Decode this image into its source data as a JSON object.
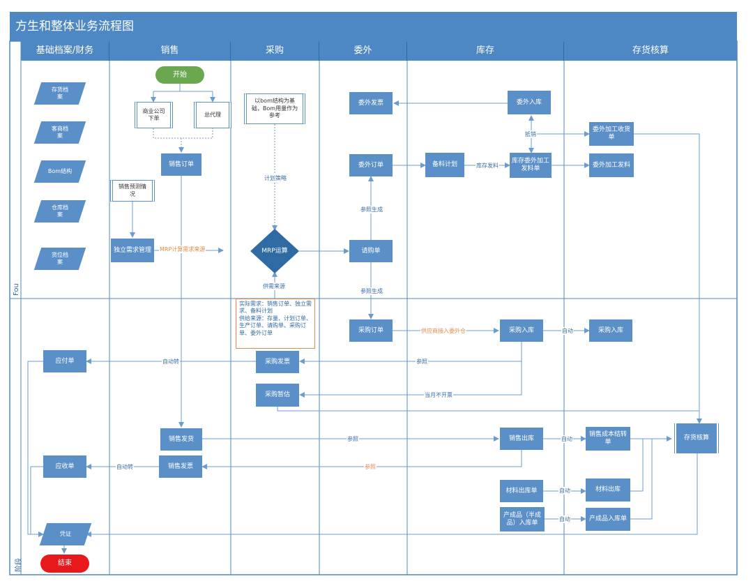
{
  "title": "方生和整体业务流程图",
  "lanes": [
    "基础档案/财务",
    "销售",
    "采购",
    "委外",
    "库存",
    "存货核算"
  ],
  "stages": [
    "Fou",
    "阶段"
  ],
  "nodes": {
    "start": "开始",
    "end": "结束",
    "inventory_file": "存货档\n案",
    "customer_file": "客商档\n案",
    "bom": "Bom结构",
    "warehouse_file": "仓库档\n案",
    "location_file": "货位档\n案",
    "company_order": "商业公司\n下单",
    "general_agent": "总代理",
    "sales_forecast": "销售预测情\n况",
    "sales_order": "销售订单",
    "independent_demand": "独立需求管理",
    "bom_basis": "以bom结构为基\n础，Bom用量作为\n参考",
    "mrp": "MRP运算",
    "supply_demand_note": "实际需求：销售订单、独立需\n求、备料计划\n供给来源：存量、计划订单、\n生产订单、请购单、采购订\n单、委外订单",
    "outsource_invoice": "委外发票",
    "outsource_order": "委外订单",
    "purchase_request": "请购单",
    "purchase_order": "采购订单",
    "purchase_invoice": "采购发票",
    "purchase_estimate": "采购暂估",
    "outsource_receipt": "委外入库",
    "material_plan": "备料计划",
    "outsource_material_issue": "库存委外加工\n发料单",
    "purchase_receipt_inv": "采购入库",
    "sales_issue_inv": "销售出库",
    "material_out": "材料出库单",
    "product_in": "产成品（半成\n品）入库单",
    "acc_outsource_receipt": "委外加工收货\n单",
    "acc_outsource_issue": "委外加工发料",
    "acc_purchase_receipt": "采购入库",
    "acc_sales_cost": "销售成本结转单",
    "acc_material_out": "材料出库",
    "acc_product_in": "产成品入库单",
    "inventory_accounting": "存货核算",
    "payable": "应付单",
    "receivable": "应收单",
    "sales_delivery": "销售发货",
    "sales_invoice": "销售发票",
    "voucher": "凭证"
  },
  "edge_labels": {
    "plan_strategy": "计划策略",
    "mrp_source": "MRP计算需求来源",
    "supply_source": "供需来源",
    "ref_gen_1": "参照生成",
    "ref_gen_2": "参照生成",
    "stock_issue": "库存发料",
    "offset": "抵销",
    "supplier_receipt": "供应商接入委外仓",
    "auto_1": "自动",
    "auto_2": "自动",
    "auto_3": "自动",
    "auto_4": "自动",
    "auto_transfer_1": "自动转",
    "auto_transfer_2": "自动转",
    "ref_1": "参照",
    "ref_2": "参照",
    "ref_3": "参照",
    "month_no_invoice": "当月不开票"
  },
  "colors": {
    "header": "#4e88c4",
    "box": "#5b8fc8",
    "start": "#6aa84f",
    "end": "#e8191c",
    "lines": "#6b9bcf",
    "note_border": "#e58a4a",
    "orange_text": "#e58a4a"
  }
}
